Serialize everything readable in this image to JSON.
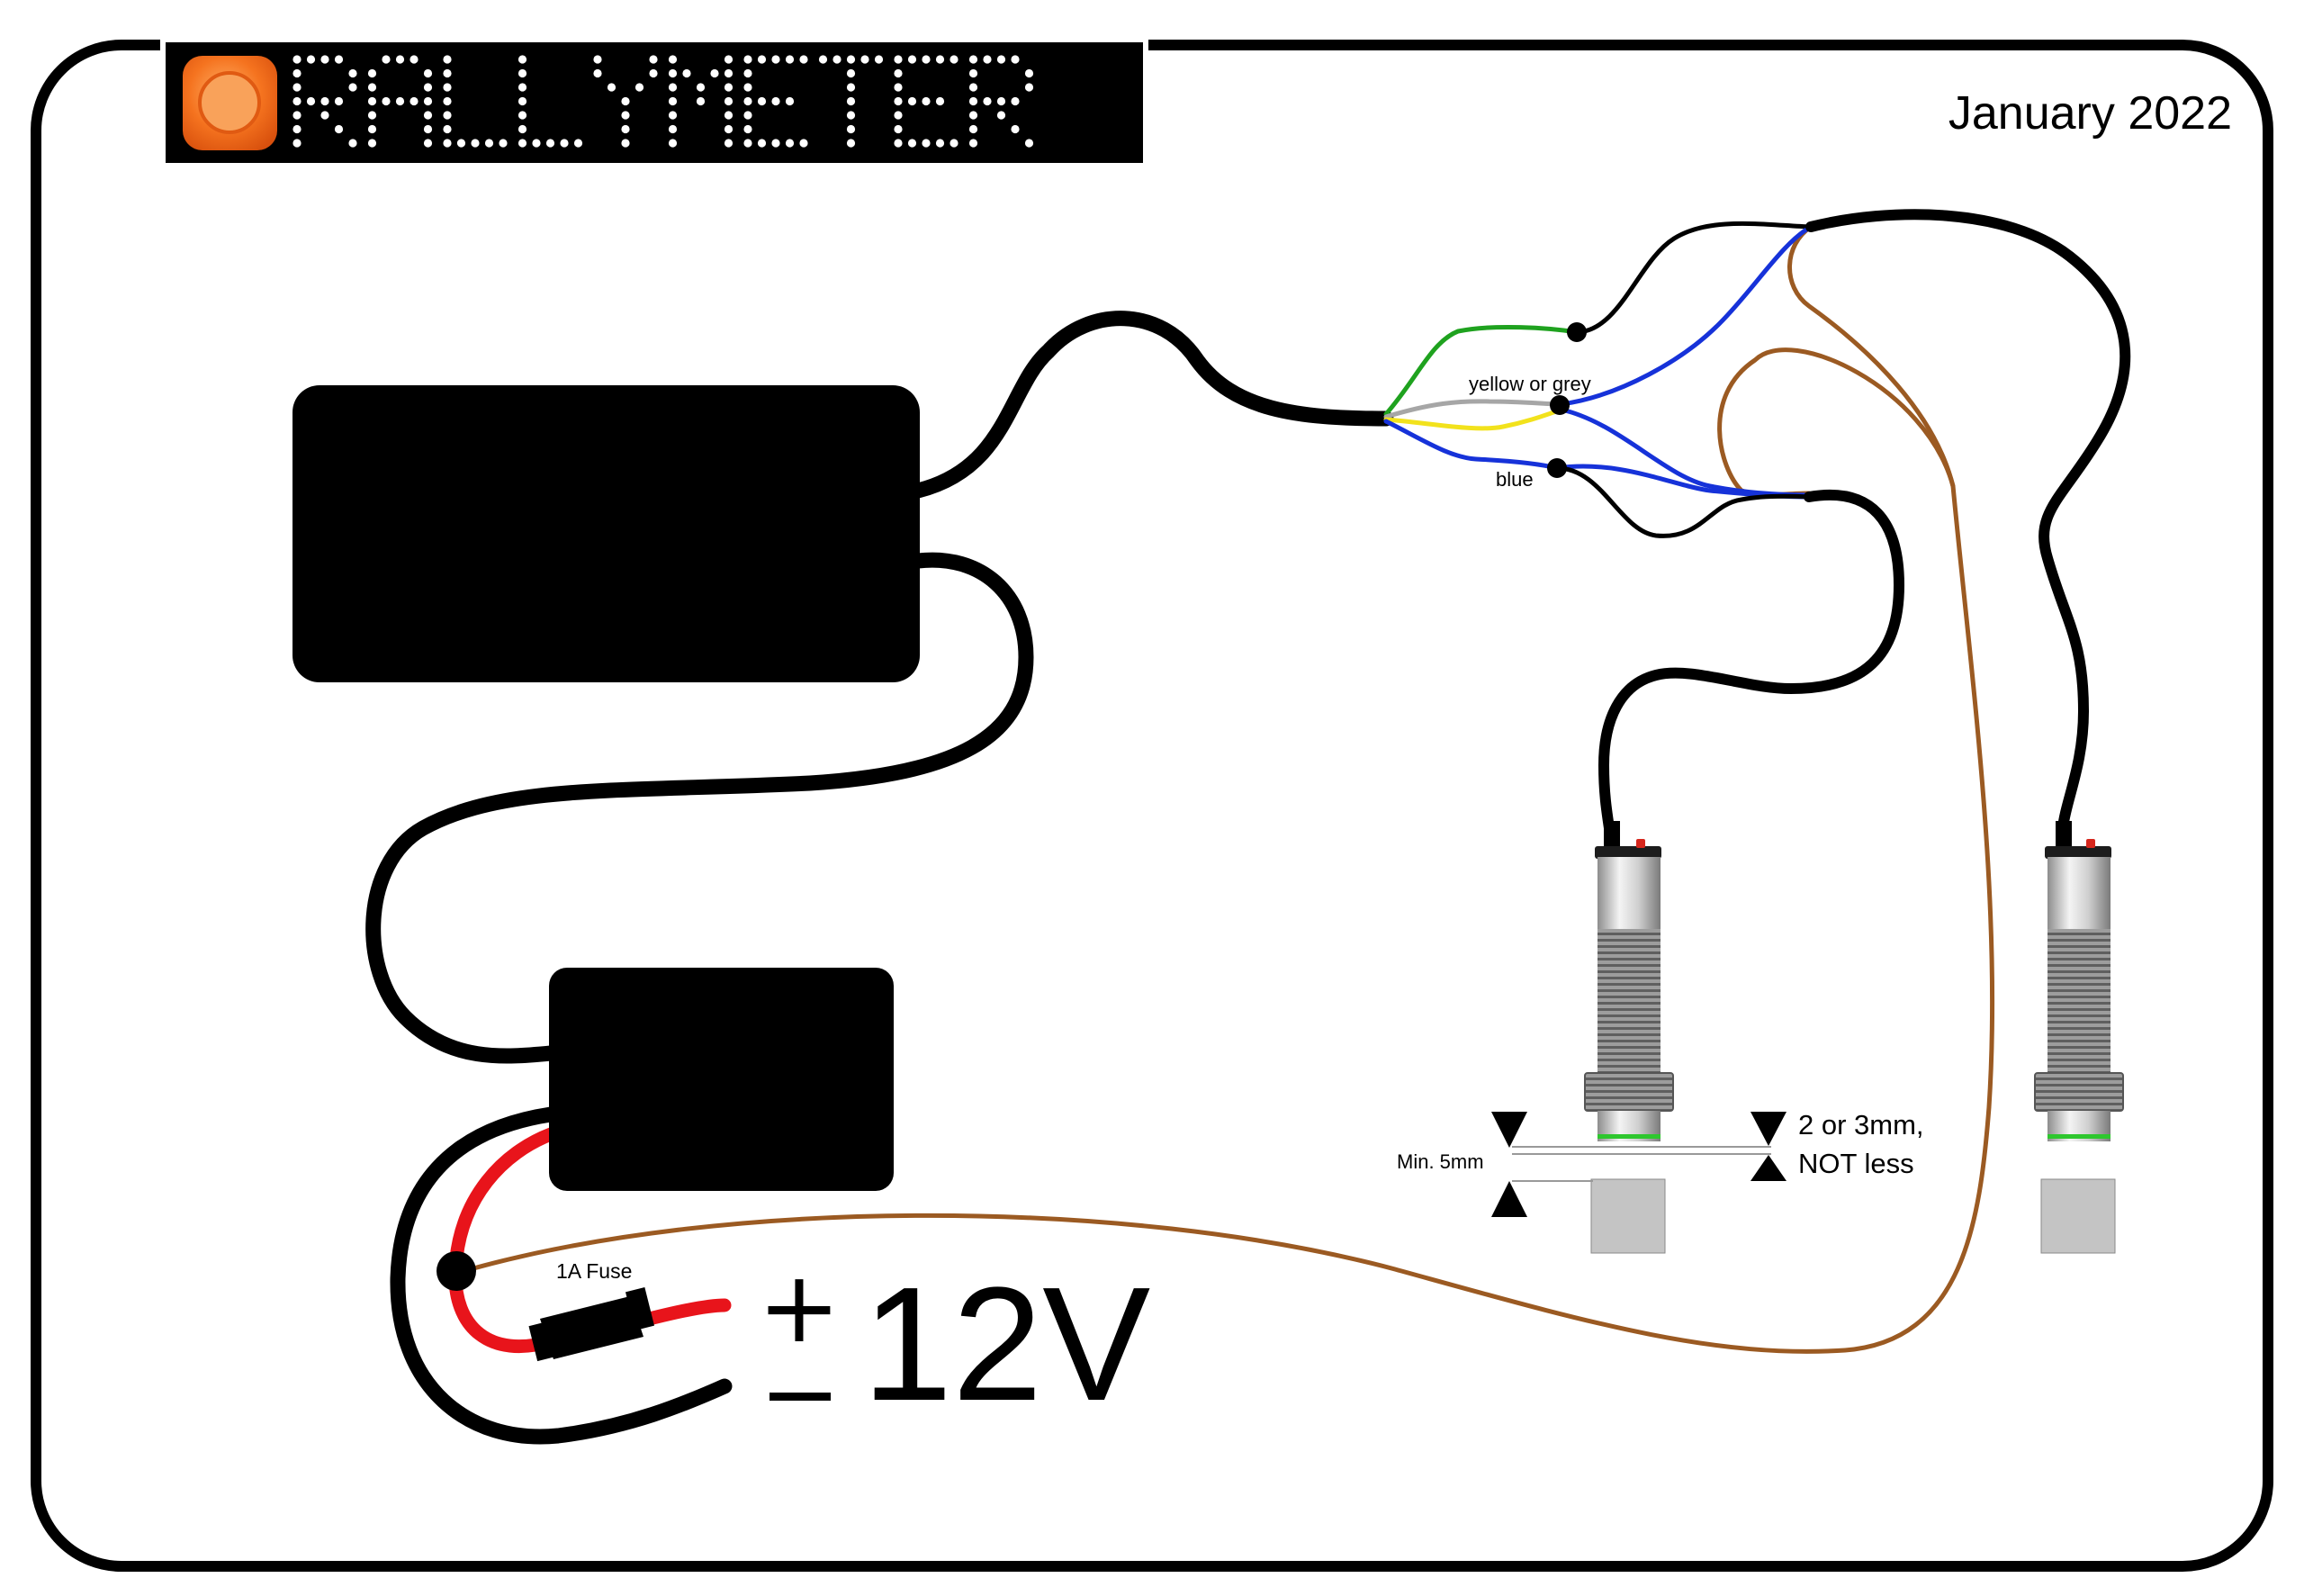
{
  "header": {
    "brand": "RALLYMETER",
    "date": "January 2022"
  },
  "wires": {
    "label_yellow_or_grey": "yellow or grey",
    "label_blue": "blue"
  },
  "power": {
    "fuse_label": "1A Fuse",
    "plus": "+",
    "minus": "–",
    "voltage": "12V"
  },
  "measurements": {
    "min_gap": "Min. 5mm",
    "sensor_gap_line1": "2 or 3mm,",
    "sensor_gap_line2": "NOT less"
  },
  "colors": {
    "frame": "#000000",
    "cable": "#000000",
    "power_positive": "#e8141b",
    "ground_wire": "#9b5a22",
    "wire_green": "#1fa21f",
    "wire_grey": "#a6a6a6",
    "wire_yellow": "#f2e21c",
    "wire_blue": "#1632d9",
    "logo_orange": "#f26a21",
    "sensor_tip_ring": "#2ec72e"
  },
  "icons": {
    "logo": "rallymeter-logo-icon",
    "fuse": "fuse-icon",
    "sensor": "proximity-sensor-icon"
  }
}
